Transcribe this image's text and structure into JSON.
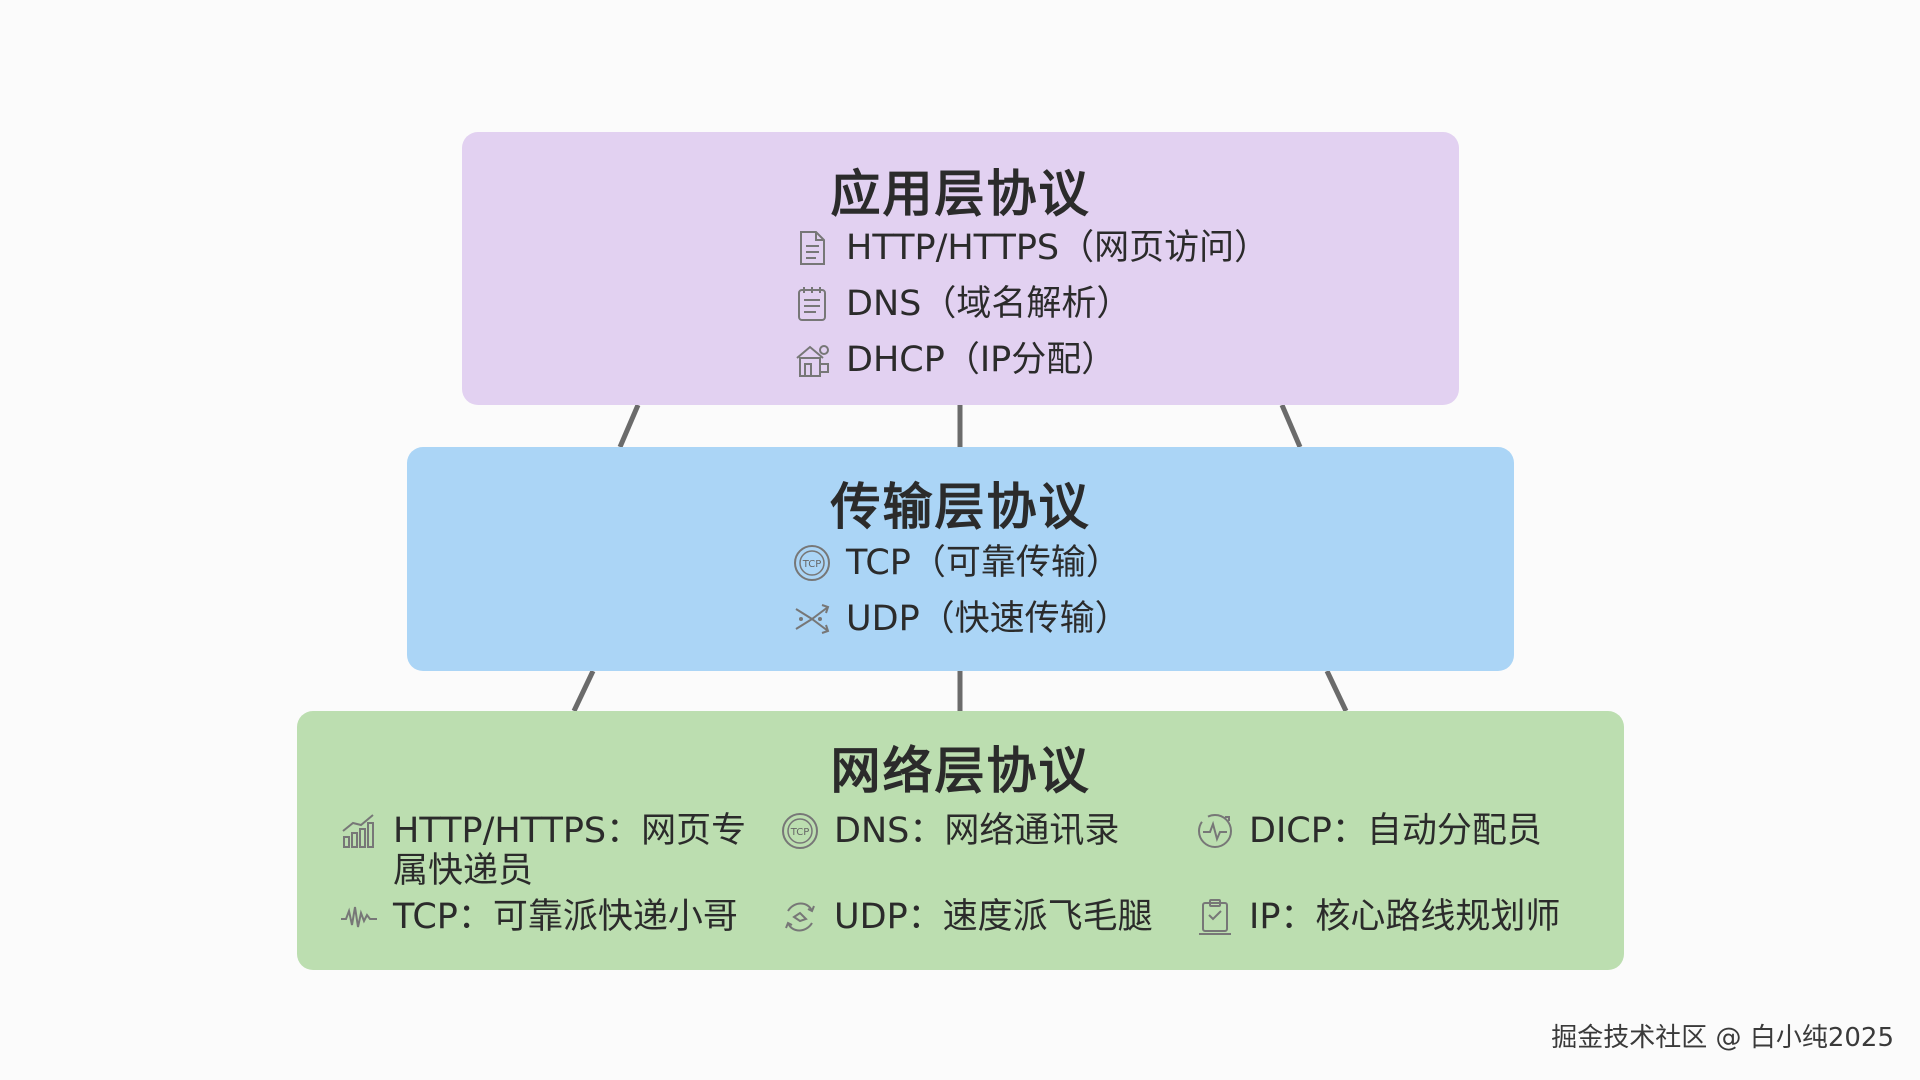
{
  "layers": {
    "application": {
      "title": "应用层协议",
      "color": "#e2d1f1",
      "items": [
        {
          "label": "HTTP/HTTPS（网页访问）",
          "icon": "document-icon"
        },
        {
          "label": "DNS（域名解析）",
          "icon": "notepad-icon"
        },
        {
          "label": "DHCP（IP分配）",
          "icon": "house-network-icon"
        }
      ]
    },
    "transport": {
      "title": "传输层协议",
      "color": "#abd5f6",
      "items": [
        {
          "label": "TCP（可靠传输）",
          "icon": "tcp-badge-icon"
        },
        {
          "label": "UDP（快速传输）",
          "icon": "scatter-arrows-icon"
        }
      ]
    },
    "network": {
      "title": "网络层协议",
      "color": "#bcdeb0",
      "items": [
        {
          "label": "HTTP/HTTPS：网页专属快递员",
          "icon": "growth-chart-icon"
        },
        {
          "label": "DNS：网络通讯录",
          "icon": "tcp-badge-icon"
        },
        {
          "label": "DICP：自动分配员",
          "icon": "pulse-circle-icon"
        },
        {
          "label": "TCP：可靠派快递小哥",
          "icon": "waveform-icon"
        },
        {
          "label": "UDP：速度派飞毛腿",
          "icon": "swirl-arrows-icon"
        },
        {
          "label": "IP：核心路线规划师",
          "icon": "clipboard-icon"
        }
      ]
    }
  },
  "watermark": "掘金技术社区 @ 白小纯2025",
  "colors": {
    "connector": "#6b6b6b",
    "text": "#2b2b2b",
    "background": "#fbfbfb"
  }
}
